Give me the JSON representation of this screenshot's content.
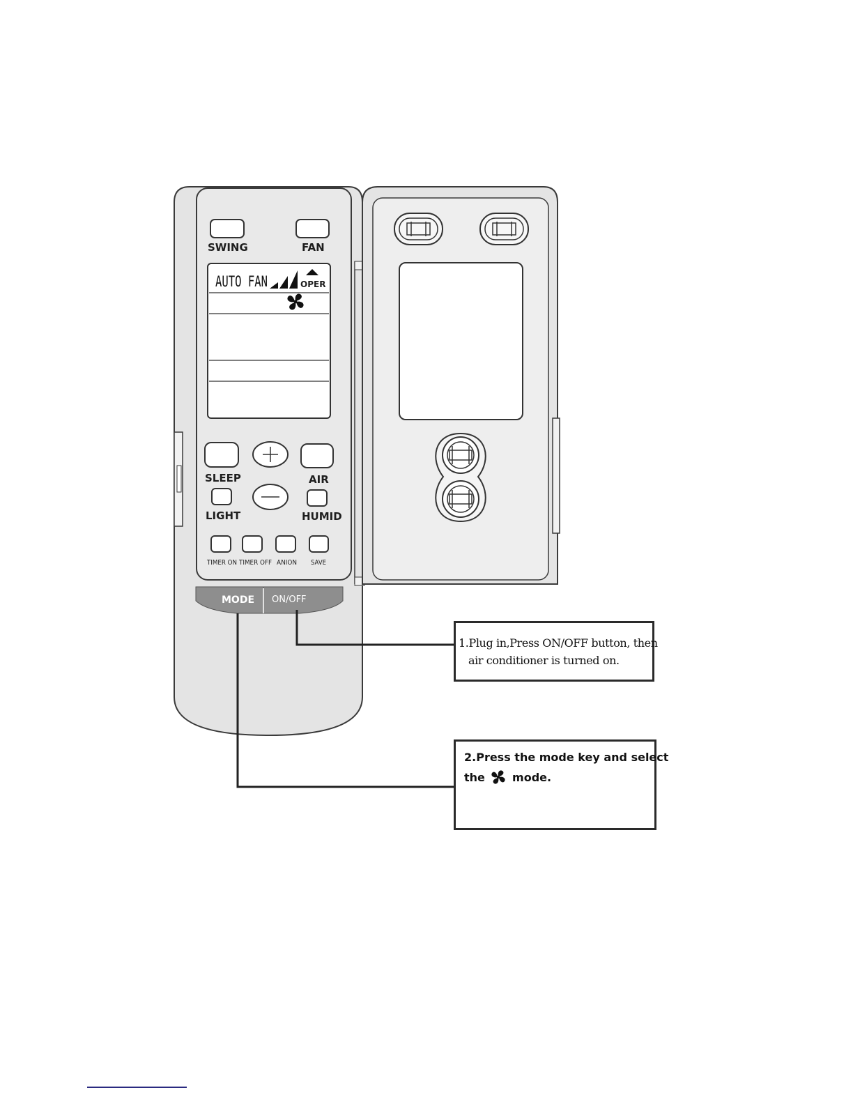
{
  "remote": {
    "top_buttons": {
      "swing": "SWING",
      "fan": "FAN"
    },
    "lcd": {
      "auto_fan": "AUTO FAN",
      "oper": "OPER",
      "mode_icon": "fan-icon"
    },
    "middle_buttons": {
      "sleep": "SLEEP",
      "air": "AIR",
      "light": "LIGHT",
      "humid": "HUMID",
      "plus": "+",
      "minus": "−"
    },
    "bottom_buttons": {
      "timer_on": "TIMER ON",
      "timer_off": "TIMER OFF",
      "anion": "ANION",
      "save": "SAVE"
    },
    "keys": {
      "mode": "MODE",
      "on_off": "ON/OFF"
    }
  },
  "callouts": {
    "step1": {
      "line1": "1.Plug in,Press ON/OFF button, then",
      "line2": "air conditioner is turned on."
    },
    "step2": {
      "line1": "2.Press the mode key and select",
      "line2_prefix": "the",
      "line2_suffix": "mode."
    }
  },
  "colors": {
    "body": "#e4e4e4",
    "panel": "#e9e9e9",
    "key": "#8e8e8e",
    "outline": "#3a3a3a"
  }
}
